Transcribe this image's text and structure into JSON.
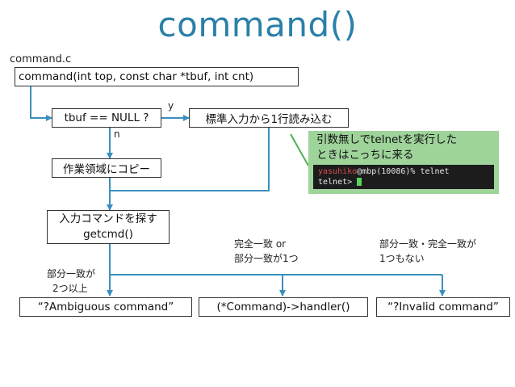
{
  "title": "command()",
  "filename": "command.c",
  "nodes": {
    "signature": "command(int top, const char *tbuf, int cnt)",
    "tbuf_check": "tbuf == NULL ?",
    "stdin_read": "標準入力から1行読み込む",
    "copy_work": "作業領域にコピー",
    "find_cmd_line1": "入力コマンドを探す",
    "find_cmd_line2": "getcmd()",
    "ambiguous": "“?Ambiguous command”",
    "handler": "(*Command)->handler()",
    "invalid": "“?Invalid command”"
  },
  "edge_labels": {
    "yes": "y",
    "no": "n",
    "multi_line1": "部分一致が",
    "multi_line2": "2つ以上",
    "one_line1": "完全一致 or",
    "one_line2": "部分一致が1つ",
    "none_line1": "部分一致・完全一致が",
    "none_line2": "1つもない"
  },
  "callout": {
    "line1": "引数無しでtelnetを実行した",
    "line2": "ときはこっちに来る",
    "terminal_user": "yasuhiko",
    "terminal_host": "@mbp(10086)%",
    "terminal_cmd": "telnet",
    "terminal_prompt": "telnet>"
  },
  "colors": {
    "title": "#2a80a8",
    "arrow": "#3a8fbf",
    "callout_bg": "#9ed39a",
    "callout_line": "#4caf50"
  }
}
